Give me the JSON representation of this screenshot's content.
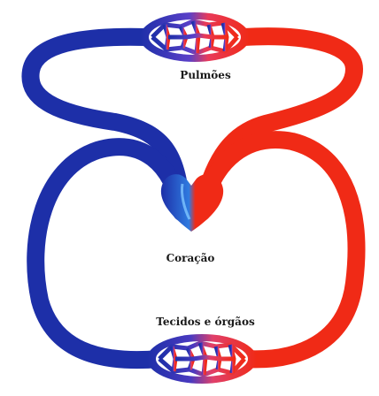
{
  "labels": {
    "lungs": "Pulmões",
    "heart": "Coração",
    "tissues": "Tecidos e órgãos"
  },
  "colors": {
    "venous": "#1d2fa8",
    "arterial": "#f02a16",
    "capillary_bg": "#ffffff",
    "background": "#ffffff"
  }
}
